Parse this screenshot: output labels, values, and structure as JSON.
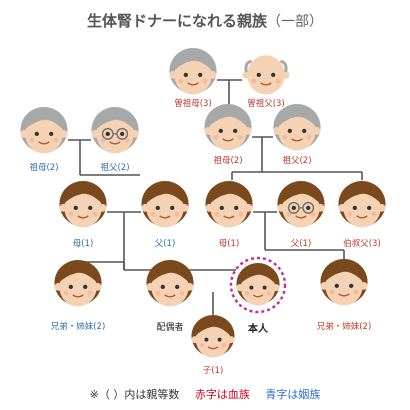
{
  "title": {
    "main": "生体腎ドナーになれる親族",
    "sub": "（一部）"
  },
  "legend": {
    "note": "※（ ）内は親等数",
    "red": "赤字は血族",
    "blue": "青字は姻族"
  },
  "colors": {
    "blood": "#c0392b",
    "inlaw": "#2f6fb0",
    "line": "#555555",
    "highlight": "#cc2a8f",
    "skin": "#f6d2b4",
    "hair_brown": "#7a4a1e",
    "hair_gray": "#a7a9a8",
    "lens": "#6d6d6d"
  },
  "people": [
    {
      "id": "great-grandmother",
      "label": "曽祖母(3)",
      "kind": "blood",
      "hair": "gray",
      "glasses": false,
      "bald": false
    },
    {
      "id": "great-grandfather",
      "label": "曽祖父(3)",
      "kind": "blood",
      "hair": "gray",
      "glasses": false,
      "bald": true
    },
    {
      "id": "grandmother-inlaw",
      "label": "祖母(2)",
      "kind": "inlaw",
      "hair": "gray",
      "glasses": false,
      "bald": false
    },
    {
      "id": "grandfather-inlaw",
      "label": "祖父(2)",
      "kind": "inlaw",
      "hair": "gray",
      "glasses": true,
      "bald": false
    },
    {
      "id": "grandmother",
      "label": "祖母(2)",
      "kind": "blood",
      "hair": "gray",
      "glasses": false,
      "bald": false
    },
    {
      "id": "grandfather",
      "label": "祖父(2)",
      "kind": "blood",
      "hair": "gray",
      "glasses": false,
      "bald": false
    },
    {
      "id": "mother-inlaw",
      "label": "母(1)",
      "kind": "inlaw",
      "hair": "brown",
      "glasses": false,
      "bald": false
    },
    {
      "id": "father-inlaw",
      "label": "父(1)",
      "kind": "inlaw",
      "hair": "brown",
      "glasses": false,
      "bald": false
    },
    {
      "id": "mother",
      "label": "母(1)",
      "kind": "blood",
      "hair": "brown",
      "glasses": false,
      "bald": false
    },
    {
      "id": "father",
      "label": "父(1)",
      "kind": "blood",
      "hair": "brown",
      "glasses": true,
      "bald": false
    },
    {
      "id": "uncle",
      "label": "伯叔父(3)",
      "kind": "blood",
      "hair": "brown",
      "glasses": false,
      "bald": false
    },
    {
      "id": "sibling-inlaw",
      "label": "兄弟・姉妹(2)",
      "kind": "inlaw",
      "hair": "brown",
      "glasses": false,
      "bald": false
    },
    {
      "id": "spouse",
      "label": "配偶者",
      "kind": "plain",
      "hair": "brown",
      "glasses": false,
      "bald": false
    },
    {
      "id": "self",
      "label": "本人",
      "kind": "self",
      "hair": "brown",
      "glasses": false,
      "bald": false
    },
    {
      "id": "sibling",
      "label": "兄弟・姉妹(2)",
      "kind": "blood",
      "hair": "brown",
      "glasses": false,
      "bald": false
    },
    {
      "id": "child",
      "label": "子(1)",
      "kind": "blood",
      "hair": "brown",
      "glasses": false,
      "bald": false
    }
  ]
}
